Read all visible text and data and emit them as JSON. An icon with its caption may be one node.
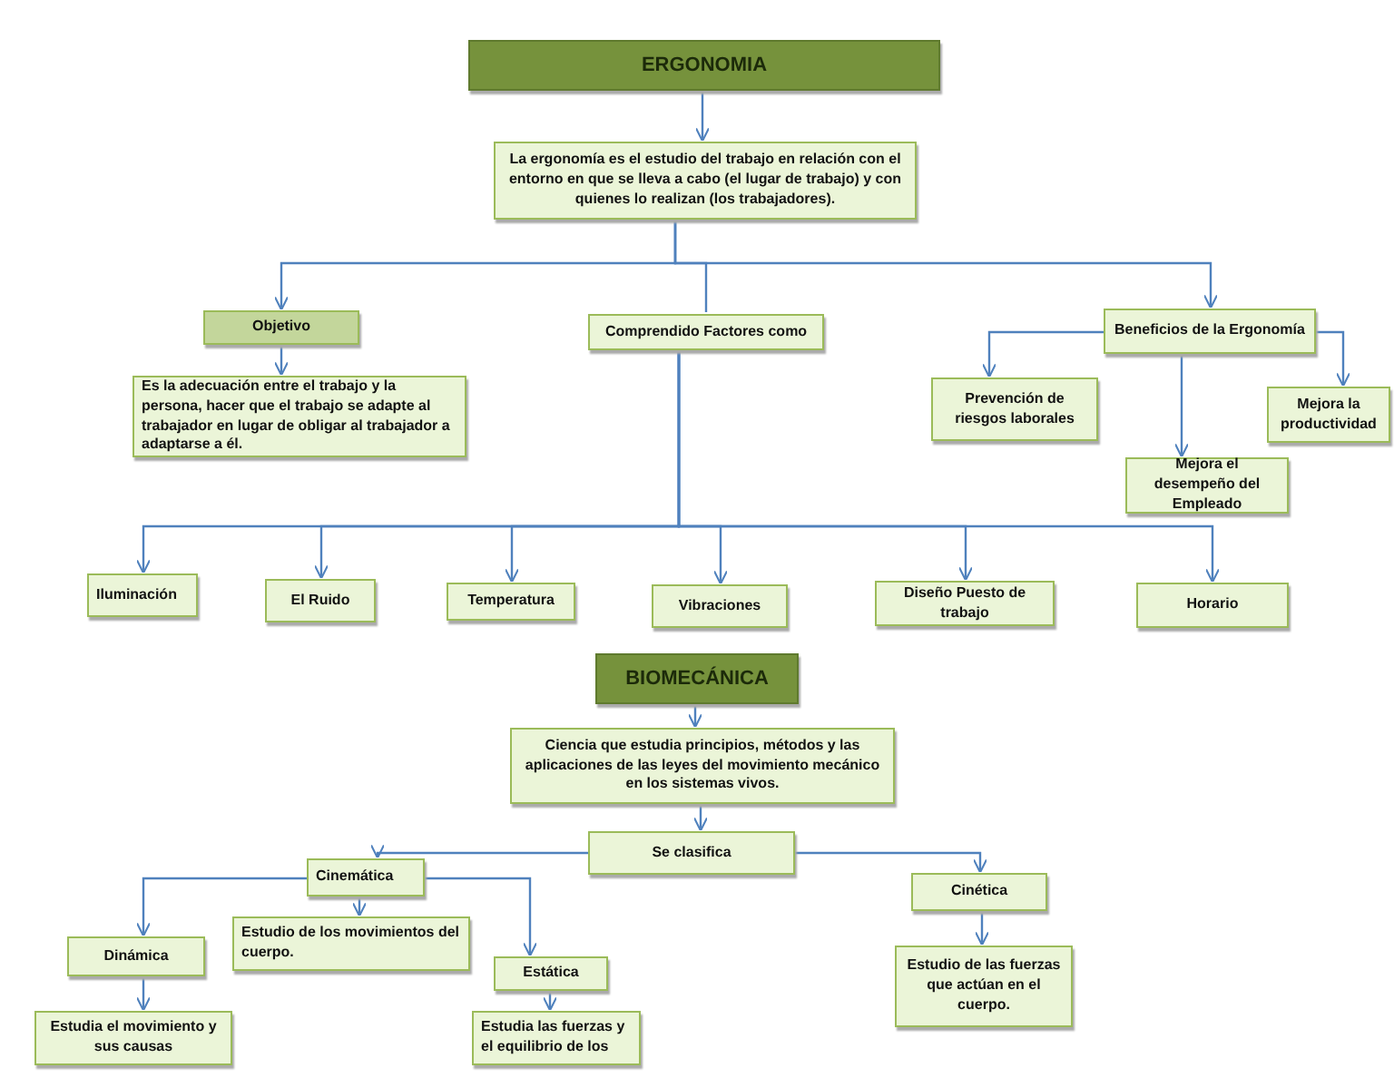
{
  "diagram": {
    "nodes": [
      {
        "text": [
          "ERGONOMIA"
        ]
      },
      {
        "text": [
          "La ergonomía es el estudio del trabajo en relación con el entorno en que se lleva a cabo (el lugar de trabajo) y con quienes lo realizan (los trabajadores)."
        ]
      },
      {
        "text": [
          "Objetivo"
        ]
      },
      {
        "text": [
          "Comprendido Factores como"
        ]
      },
      {
        "text": [
          "Beneficios de la Ergonomía"
        ]
      },
      {
        "text": [
          "Es  la adecuación entre el trabajo y la persona, hacer que el trabajo se adapte al trabajador en lugar de obligar al trabajador a adaptarse a él."
        ]
      },
      {
        "text": [
          "Prevención de riesgos laborales"
        ]
      },
      {
        "text": [
          "Mejora la productividad"
        ]
      },
      {
        "text": [
          "Mejora el desempeño del Empleado"
        ]
      },
      {
        "text": [
          "Iluminación"
        ]
      },
      {
        "text": [
          "El Ruido"
        ]
      },
      {
        "text": [
          "Temperatura"
        ]
      },
      {
        "text": [
          "Vibraciones"
        ]
      },
      {
        "text": [
          "Diseño Puesto de trabajo"
        ]
      },
      {
        "text": [
          "Horario"
        ]
      },
      {
        "text": [
          "BIOMECÁNICA"
        ]
      },
      {
        "text": [
          "Ciencia que estudia principios, métodos y las aplicaciones de las leyes del movimiento mecánico en los sistemas vivos."
        ]
      },
      {
        "text": [
          "Se clasifica"
        ]
      },
      {
        "text": [
          "Cinemática"
        ]
      },
      {
        "text": [
          "Cinética"
        ]
      },
      {
        "text": [
          "Dinámica"
        ]
      },
      {
        "text": [
          "Estudio de los movimientos del cuerpo."
        ]
      },
      {
        "text": [
          "Estática"
        ]
      },
      {
        "text": [
          "Estudia el movimiento y sus causas"
        ]
      },
      {
        "text": [
          "Estudia las fuerzas y el equilibrio de los"
        ]
      },
      {
        "text": [
          "Estudio de las fuerzas que actúan en el cuerpo."
        ]
      }
    ],
    "edges": [
      {
        "from": 0,
        "to": 1,
        "arrow": "to"
      },
      {
        "from": 1,
        "to": 2,
        "arrow": "to"
      },
      {
        "from": 1,
        "to": 3,
        "arrow": "none"
      },
      {
        "from": 1,
        "to": 4,
        "arrow": "to"
      },
      {
        "from": 2,
        "to": 5,
        "arrow": "to"
      },
      {
        "from": 4,
        "to": 6,
        "arrow": "to"
      },
      {
        "from": 4,
        "to": 8,
        "arrow": "to"
      },
      {
        "from": 4,
        "to": 7,
        "arrow": "to"
      },
      {
        "from": 3,
        "to": 9,
        "arrow": "to"
      },
      {
        "from": 3,
        "to": 10,
        "arrow": "to"
      },
      {
        "from": 3,
        "to": 11,
        "arrow": "to"
      },
      {
        "from": 3,
        "to": 12,
        "arrow": "to"
      },
      {
        "from": 3,
        "to": 13,
        "arrow": "to"
      },
      {
        "from": 3,
        "to": 14,
        "arrow": "to"
      },
      {
        "from": 15,
        "to": 16,
        "arrow": "to"
      },
      {
        "from": 16,
        "to": 17,
        "arrow": "to"
      },
      {
        "from": 17,
        "to": 18,
        "arrow": "to"
      },
      {
        "from": 17,
        "to": 19,
        "arrow": "to"
      },
      {
        "from": 18,
        "to": 20,
        "arrow": "to"
      },
      {
        "from": 18,
        "to": 21,
        "arrow": "to"
      },
      {
        "from": 18,
        "to": 22,
        "arrow": "to"
      },
      {
        "from": 20,
        "to": 23,
        "arrow": "to"
      },
      {
        "from": 22,
        "to": 24,
        "arrow": "to"
      },
      {
        "from": 19,
        "to": 25,
        "arrow": "to"
      }
    ]
  }
}
